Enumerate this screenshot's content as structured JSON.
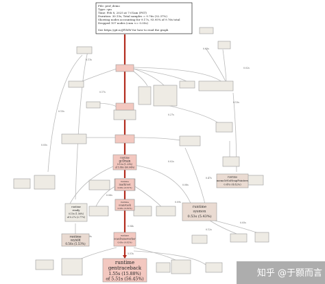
{
  "info": {
    "lines": [
      "File: prof_demo",
      "Type: cpu",
      "Time: Feb 8, 2025 at 7:01am (PST)",
      "Duration: 30.15s, Total samples = 9.76s (32.37%)",
      "Showing nodes accounting for 9.17s, 93.95% of 9.76s total",
      "Dropped 107 nodes (cum <= 0.05s)",
      "",
      "See https://git.io/JfYMW for how to read the graph"
    ]
  },
  "nodes": {
    "gentraceback": {
      "lines": [
        "runtime",
        "gentraceback",
        "1.55s (15.88%)",
        "of 5.51s (56.45%)"
      ]
    },
    "sysmon": {
      "lines": [
        "runtime",
        "sysmon",
        "0.53s (5.43%)"
      ]
    },
    "osyield": {
      "lines": [
        "runtime",
        "osyield",
        "0.56s (5.53%)"
      ]
    },
    "memclr": {
      "lines": [
        "runtime",
        "memclrNoHeapPointers",
        "0.47s (4.82%)"
      ]
    },
    "ready": {
      "lines": [
        "runtime",
        "ready",
        "0.15s (1.56%)",
        "of 0.27s (2.77%)"
      ]
    },
    "gcDrain": {
      "lines": [
        "runtime",
        "gcDrain",
        "0.12s (1.23%)",
        "of 5.86s (60.04%)"
      ]
    },
    "scanstack": {
      "lines": [
        "runtime",
        "scanstack",
        "0.08s (0.82%)"
      ]
    },
    "markroot": {
      "lines": [
        "runtime",
        "markroot",
        "0.06s (0.61%)"
      ]
    },
    "scanframe": {
      "lines": [
        "runtime",
        "scanframeworker",
        "0.08s (0.82%)"
      ]
    }
  },
  "edge_labels": [
    "0.11s",
    "0.15s",
    "0.03s",
    "0.17s",
    "0.27s",
    "0.13s",
    "0.02s",
    "0.05s",
    "0.16s",
    "0.06s",
    "0.02s",
    "0.09s",
    "0.08s",
    "0.12s",
    "5.51s",
    "0.05s",
    "0.47s",
    "0.54s",
    "0.09s"
  ],
  "watermark": {
    "text": "知乎 @于颢而言"
  },
  "colors": {
    "hot_fill": "#f3c8c0",
    "hot_stroke": "#b22a1c",
    "warm_fill": "#eadbd2",
    "cool_fill": "#eeebe4",
    "edge_hot": "#b22a1c",
    "edge_cool": "#b8b8b8"
  }
}
